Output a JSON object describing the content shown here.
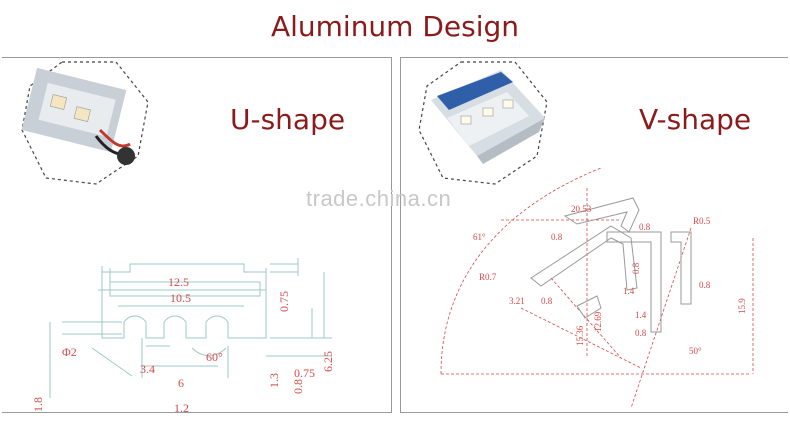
{
  "header": {
    "title": "Aluminum Design"
  },
  "watermark": "trade.china.cn",
  "u_panel": {
    "label": "U-shape",
    "dims": {
      "d1": "12.5",
      "d2": "10.5",
      "d3": "0.75",
      "d4": "Φ2",
      "d5": "6.25",
      "d6": "1.3",
      "d7": "0.8",
      "d8": "1.8",
      "d9": "1.2",
      "d10": "60°",
      "d11": "3.4",
      "d12": "6",
      "d13": "0.75"
    }
  },
  "v_panel": {
    "label": "V-shape",
    "dims": {
      "d1": "61°",
      "d2": "20.53",
      "d3": "R0.5",
      "d4": "0.8",
      "d5": "0.8",
      "d6": "R0.7",
      "d7": "1.4",
      "d8": "0.8",
      "d9": "3.21",
      "d10": "0.8",
      "d11": "15.9",
      "d12": "1.4",
      "d13": "0.8",
      "d14": "0.8",
      "d15": "12.69",
      "d16": "15.36",
      "d17": "50°"
    }
  }
}
